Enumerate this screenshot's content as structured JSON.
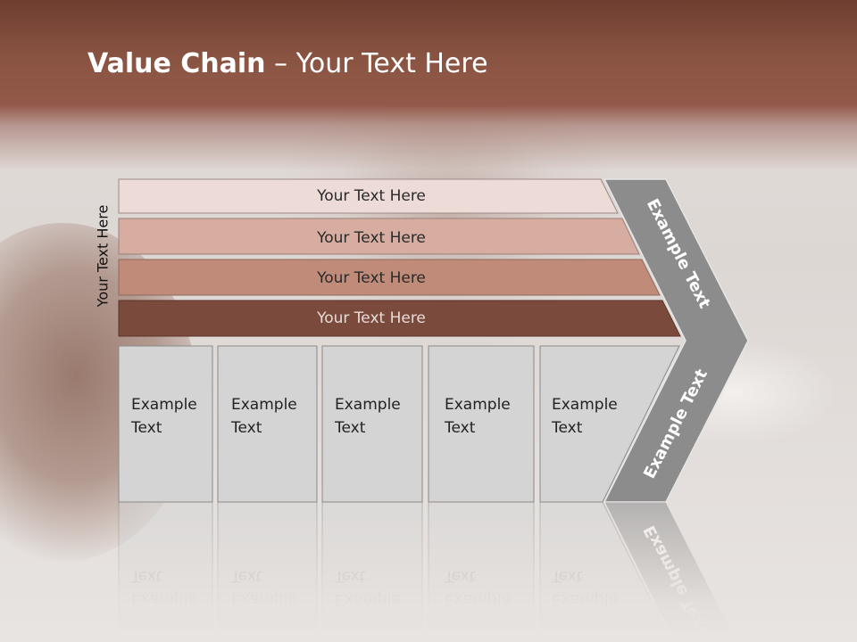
{
  "title": {
    "bold": "Value Chain",
    "rest": " – Your Text Here"
  },
  "side_label": "Your Text Here",
  "layers": [
    {
      "label": "Your Text Here",
      "color": "#ecdbd6"
    },
    {
      "label": "Your Text Here",
      "color": "#d6ada0"
    },
    {
      "label": "Your Text Here",
      "color": "#c08b78"
    },
    {
      "label": "Your Text Here",
      "color": "#7a4a3c"
    }
  ],
  "boxes": [
    {
      "line1": "Example",
      "line2": "Text"
    },
    {
      "line1": "Example",
      "line2": "Text"
    },
    {
      "line1": "Example",
      "line2": "Text"
    },
    {
      "line1": "Example",
      "line2": "Text"
    },
    {
      "line1": "Example",
      "line2": "Text"
    }
  ],
  "arrow": {
    "upper": "Example Text",
    "lower": "Example Text",
    "color": "#8c8c8c"
  },
  "colors": {
    "header": "#8a5442",
    "box_fill": "#d4d4d4",
    "box_border": "#8a8a8a"
  }
}
